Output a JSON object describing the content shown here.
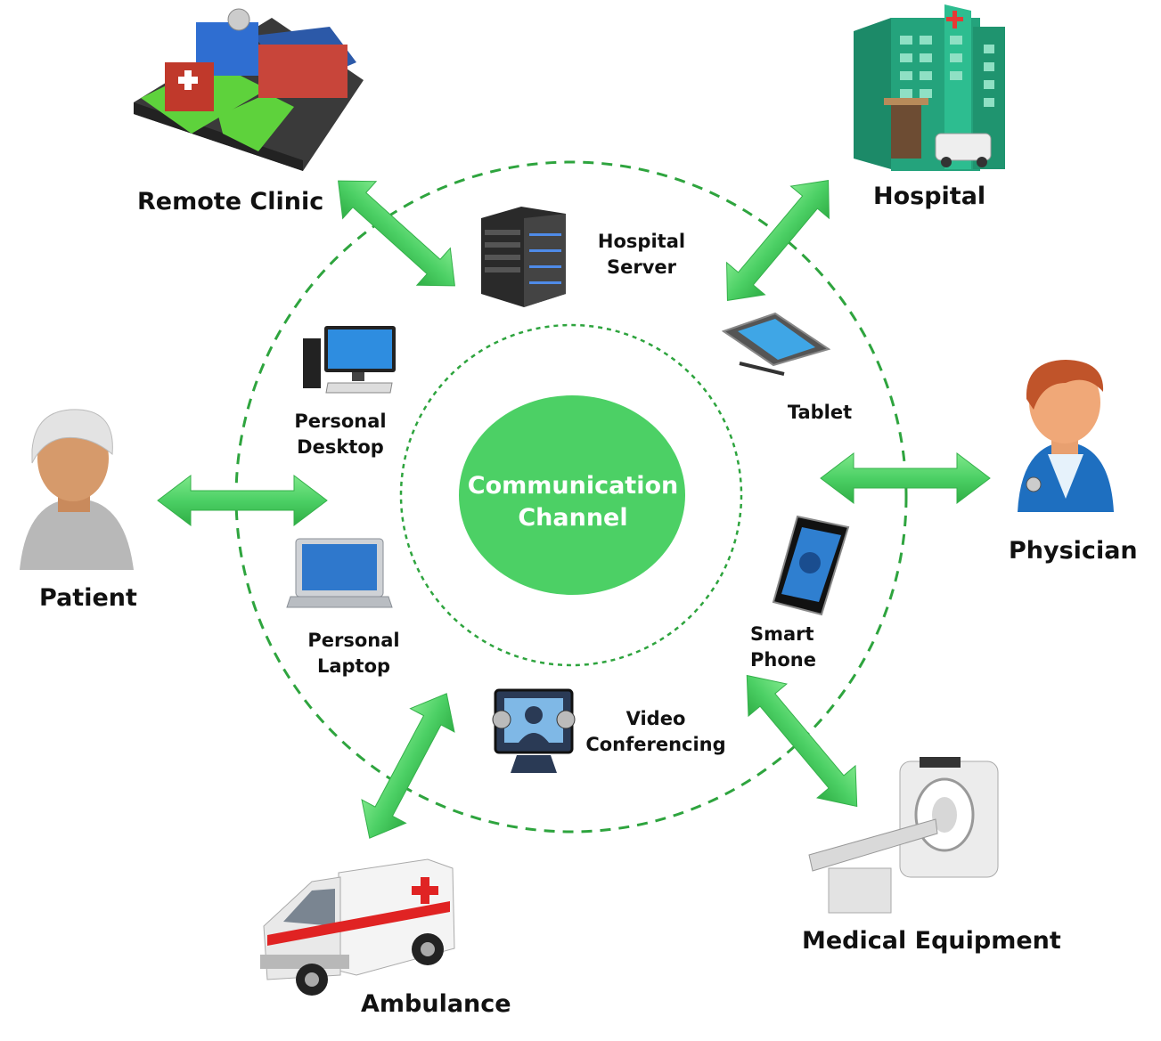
{
  "center": {
    "line1": "Communication",
    "line2": "Channel"
  },
  "entities": {
    "remote_clinic": "Remote Clinic",
    "hospital": "Hospital",
    "physician": "Physician",
    "patient": "Patient",
    "ambulance": "Ambulance",
    "medical_equipment": "Medical Equipment"
  },
  "devices": {
    "hospital_server": {
      "line1": "Hospital",
      "line2": "Server"
    },
    "tablet": "Tablet",
    "personal_desktop": {
      "line1": "Personal",
      "line2": "Desktop"
    },
    "personal_laptop": {
      "line1": "Personal",
      "line2": "Laptop"
    },
    "smart_phone": {
      "line1": "Smart",
      "line2": "Phone"
    },
    "video_conferencing": {
      "line1": "Video",
      "line2": "Conferencing"
    }
  },
  "colors": {
    "accent_green": "#4cd065",
    "arrow_green": "#46c85a",
    "dashed_green": "#2ea43e"
  }
}
